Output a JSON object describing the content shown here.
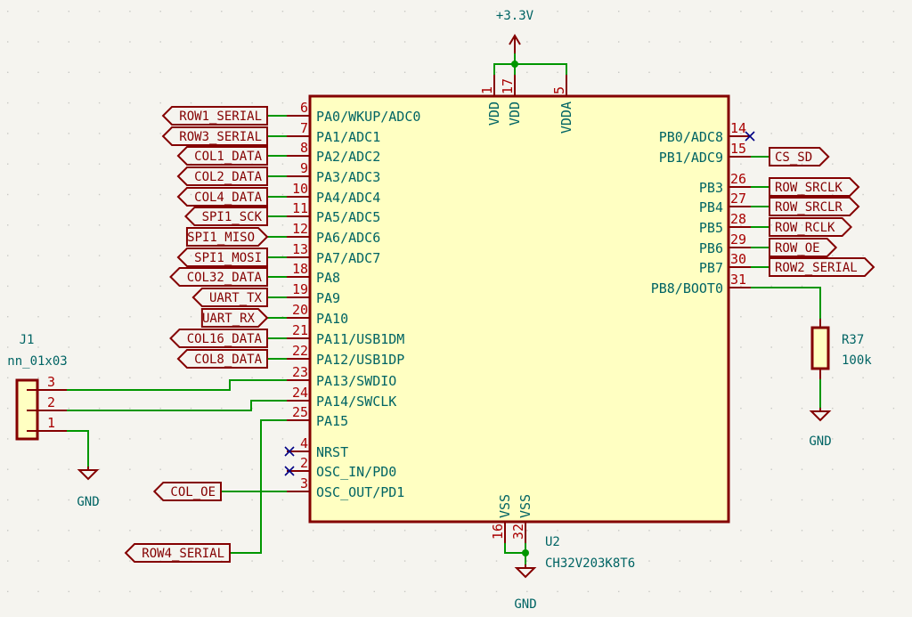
{
  "colors": {
    "background": "#f5f4ef",
    "grid_dot": "#c8c8c4",
    "symbol_outline": "#840000",
    "symbol_fill": "#ffffc2",
    "pin_line": "#840000",
    "pin_number": "#a90000",
    "pin_name": "#006464",
    "wire": "#009600",
    "junction": "#009600",
    "no_connect": "#000084",
    "label_text": "#840000",
    "ref_text": "#006464"
  },
  "power": {
    "vcc_label": "+3.3V",
    "gnd_label": "GND"
  },
  "u2": {
    "reference": "U2",
    "value": "CH32V203K8T6",
    "left_pins": [
      {
        "num": "6",
        "name": "PA0/WKUP/ADC0",
        "label": "ROW1_SERIAL",
        "label_shape": "input"
      },
      {
        "num": "7",
        "name": "PA1/ADC1",
        "label": "ROW3_SERIAL",
        "label_shape": "input"
      },
      {
        "num": "8",
        "name": "PA2/ADC2",
        "label": "COL1_DATA",
        "label_shape": "input"
      },
      {
        "num": "9",
        "name": "PA3/ADC3",
        "label": "COL2_DATA",
        "label_shape": "input"
      },
      {
        "num": "10",
        "name": "PA4/ADC4",
        "label": "COL4_DATA",
        "label_shape": "input"
      },
      {
        "num": "11",
        "name": "PA5/ADC5",
        "label": "SPI1_SCK",
        "label_shape": "input"
      },
      {
        "num": "12",
        "name": "PA6/ADC6",
        "label": "SPI1_MISO",
        "label_shape": "output"
      },
      {
        "num": "13",
        "name": "PA7/ADC7",
        "label": "SPI1_MOSI",
        "label_shape": "input"
      },
      {
        "num": "18",
        "name": "PA8",
        "label": "COL32_DATA",
        "label_shape": "input"
      },
      {
        "num": "19",
        "name": "PA9",
        "label": "UART_TX",
        "label_shape": "input"
      },
      {
        "num": "20",
        "name": "PA10",
        "label": "UART_RX",
        "label_shape": "output"
      },
      {
        "num": "21",
        "name": "PA11/USB1DM",
        "label": "COL16_DATA",
        "label_shape": "input"
      },
      {
        "num": "22",
        "name": "PA12/USB1DP",
        "label": "COL8_DATA",
        "label_shape": "input"
      },
      {
        "num": "23",
        "name": "PA13/SWDIO",
        "label": null,
        "label_shape": null
      },
      {
        "num": "24",
        "name": "PA14/SWCLK",
        "label": null,
        "label_shape": null
      },
      {
        "num": "25",
        "name": "PA15",
        "label": null,
        "label_shape": null
      },
      {
        "num": "4",
        "name": "NRST",
        "label": null,
        "label_shape": "nc"
      },
      {
        "num": "2",
        "name": "OSC_IN/PD0",
        "label": null,
        "label_shape": "nc"
      },
      {
        "num": "3",
        "name": "OSC_OUT/PD1",
        "label": "COL_OE",
        "label_shape": "input"
      }
    ],
    "right_pins": [
      {
        "num": "14",
        "name": "PB0/ADC8",
        "label": null,
        "label_shape": "nc"
      },
      {
        "num": "15",
        "name": "PB1/ADC9",
        "label": "CS_SD",
        "label_shape": "output"
      },
      {
        "num": "26",
        "name": "PB3",
        "label": "ROW_SRCLK",
        "label_shape": "output"
      },
      {
        "num": "27",
        "name": "PB4",
        "label": "ROW_SRCLR",
        "label_shape": "output"
      },
      {
        "num": "28",
        "name": "PB5",
        "label": "ROW_RCLK",
        "label_shape": "output"
      },
      {
        "num": "29",
        "name": "PB6",
        "label": "ROW_OE",
        "label_shape": "output"
      },
      {
        "num": "30",
        "name": "PB7",
        "label": "ROW2_SERIAL",
        "label_shape": "output"
      },
      {
        "num": "31",
        "name": "PB8/BOOT0",
        "label": null,
        "label_shape": null
      }
    ],
    "top_pins": [
      {
        "num": "1",
        "name": "VDD"
      },
      {
        "num": "17",
        "name": "VDD"
      },
      {
        "num": "5",
        "name": "VDDA"
      }
    ],
    "bottom_pins": [
      {
        "num": "16",
        "name": "VSS"
      },
      {
        "num": "32",
        "name": "VSS"
      }
    ]
  },
  "j1": {
    "reference": "J1",
    "value": "nn_01x03",
    "pins": [
      "3",
      "2",
      "1"
    ]
  },
  "r37": {
    "reference": "R37",
    "value": "100k"
  },
  "extra_labels": {
    "row4": "ROW4_SERIAL"
  }
}
